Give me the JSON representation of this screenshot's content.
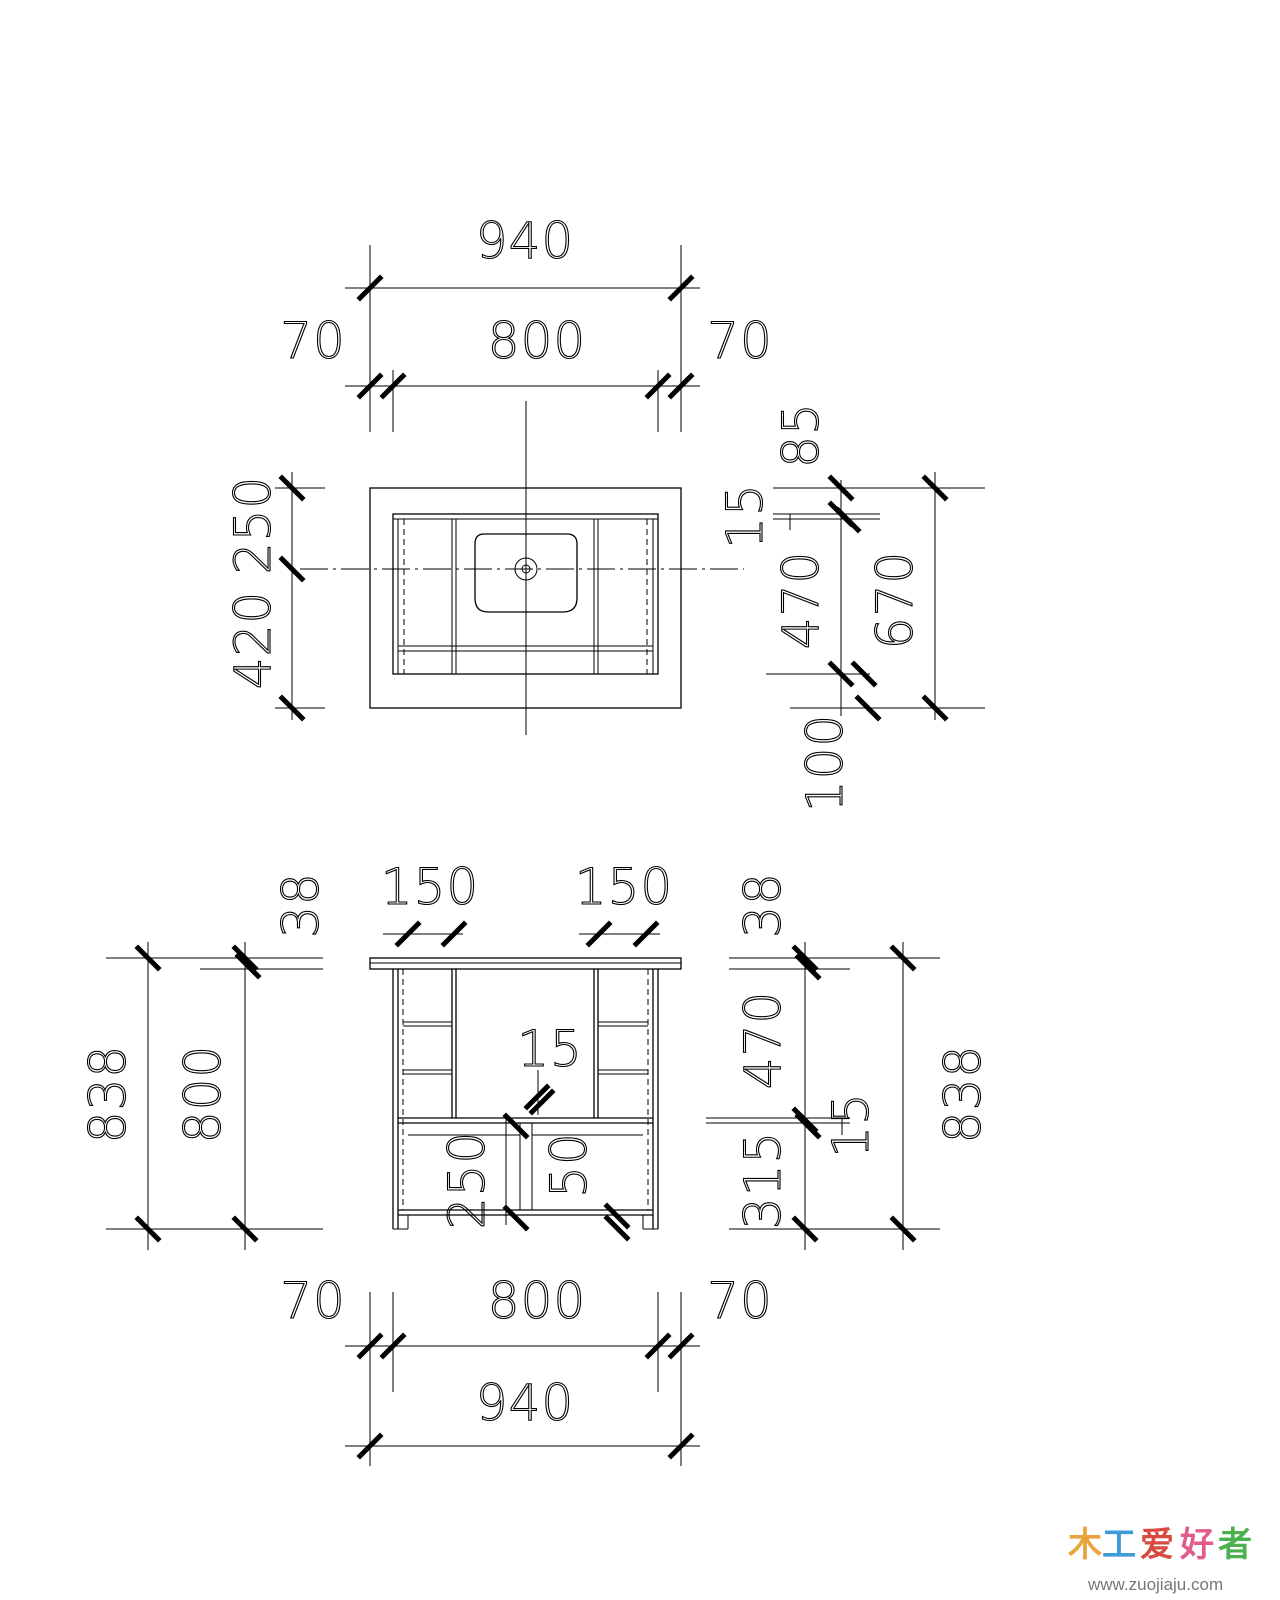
{
  "plan_view": {
    "overall_width": "940",
    "left_margin": "70",
    "inner_width": "800",
    "right_margin": "70",
    "left_depth_a": "420",
    "left_depth_b": "250",
    "top_offset": "85",
    "inner_offset": "15",
    "basin_depth": "470",
    "overall_depth": "670",
    "front_offset": "100"
  },
  "elevation_view": {
    "left_column_width": "150",
    "right_column_width": "150",
    "top_thickness_left": "38",
    "top_thickness_right": "38",
    "overall_height_left": "838",
    "cabinet_height": "800",
    "shelf_gap": "15",
    "upper_height": "470",
    "lower_height": "315",
    "side_gap": "15",
    "overall_height_right": "838",
    "door_left": "250",
    "door_right": "50",
    "bottom_left_margin": "70",
    "bottom_inner_width": "800",
    "bottom_right_margin": "70",
    "bottom_overall_width": "940"
  },
  "watermark": {
    "glyphs": [
      "木",
      "工",
      "爱",
      "好",
      "者"
    ],
    "url": "www.zuojiaju.com",
    "colors": [
      "#e8a33a",
      "#3f9ad8",
      "#d8493f",
      "#e25b8c",
      "#4caf50"
    ]
  }
}
